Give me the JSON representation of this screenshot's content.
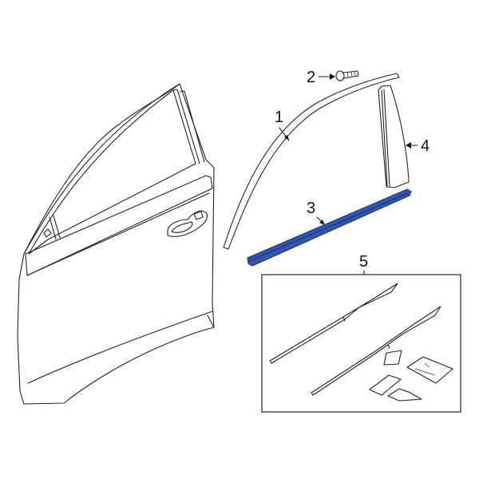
{
  "diagram": {
    "type": "exploded-parts-diagram",
    "subject": "front door window molding",
    "highlight_color": "#2f56b3",
    "line_color": "#222222",
    "background": "#ffffff",
    "callouts": [
      {
        "id": "1",
        "label": "1",
        "part": "upper window frame molding"
      },
      {
        "id": "2",
        "label": "2",
        "part": "bolt / clip fastener"
      },
      {
        "id": "3",
        "label": "3",
        "part": "belt molding (highlighted)",
        "highlighted": true
      },
      {
        "id": "4",
        "label": "4",
        "part": "B-pillar applique"
      },
      {
        "id": "5",
        "label": "5",
        "part": "molding kit (boxed)"
      }
    ]
  }
}
